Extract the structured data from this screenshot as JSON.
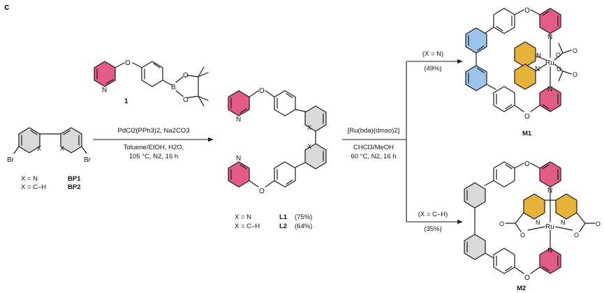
{
  "panel_label": "c",
  "reagent1": {
    "label": "1"
  },
  "starting": {
    "x_n": "X = N",
    "x_ch": "X = C–H",
    "bp1": "BP1",
    "bp2": "BP2",
    "br": "Br",
    "x": "X"
  },
  "step1": {
    "above": "PdCl2(PPh3)2, Na2CO3",
    "below1": "Toluene/EtOH, H2O,",
    "below2": "105 °C, N2, 16 h"
  },
  "ligands": {
    "x_n": "X = N",
    "x_ch": "X = C–H",
    "l1": "L1",
    "l2": "L2",
    "y1": "(75%)",
    "y2": "(64%)"
  },
  "step2": {
    "above": "[Ru(bda)(dmso)2]",
    "below1": "CHCl3/MeOH",
    "below2": "60 °C, N2, 16 h"
  },
  "branch_n": {
    "cond": "(X = N)",
    "yield": "(49%)"
  },
  "branch_ch": {
    "cond": "(X = C–H)",
    "yield": "(35%)"
  },
  "products": {
    "m1": "M1",
    "m2": "M2",
    "ru": "Ru"
  },
  "atoms": {
    "n": "N",
    "o": "O",
    "b": "B"
  },
  "colors": {
    "pink": "#e04a79",
    "blue": "#9cc3ea",
    "gold": "#e6b23a"
  }
}
